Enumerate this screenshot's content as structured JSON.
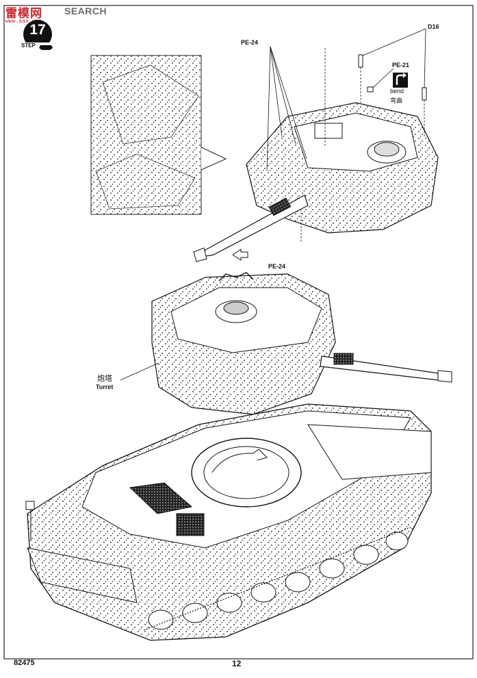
{
  "watermark": {
    "brand_cn": "雷模网",
    "brand_en": "SEARCH",
    "url": "www.aaa.com"
  },
  "step": {
    "number": "17",
    "label": "STEP"
  },
  "callouts": {
    "pe24_top": "PE-24",
    "pe24_bottom": "PE-24",
    "pe21": "PE-21",
    "d16": "D16"
  },
  "bend": {
    "label_en": "bend",
    "label_cn": "弯曲",
    "icon": "bend-arrow-icon"
  },
  "turret": {
    "label_cn": "炮塔",
    "label_en": "Turret"
  },
  "footer": {
    "kit_code": "82475",
    "page_number": "12"
  }
}
